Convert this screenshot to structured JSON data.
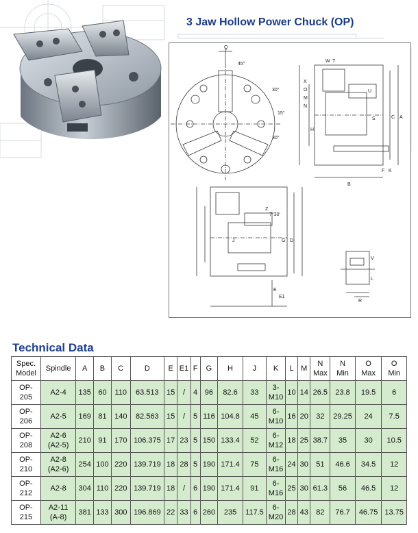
{
  "page": {
    "title": "3 Jaw Hollow Power Chuck (OP)",
    "section_title": "Technical Data"
  },
  "drawing_labels": [
    "Q",
    "45°",
    "30°",
    "15°",
    "30°",
    "W",
    "T",
    "X",
    "O",
    "M",
    "N",
    "U",
    "S",
    "H",
    "C",
    "A",
    "F",
    "K",
    "B",
    "7°30'",
    "Z",
    "J",
    "G",
    "D",
    "E",
    "E1",
    "V",
    "L",
    "R"
  ],
  "table": {
    "headers": [
      {
        "line1": "Spec.",
        "line2": "Model"
      },
      {
        "line1": "Spindle",
        "line2": ""
      },
      {
        "line1": "A",
        "line2": ""
      },
      {
        "line1": "B",
        "line2": ""
      },
      {
        "line1": "C",
        "line2": ""
      },
      {
        "line1": "D",
        "line2": ""
      },
      {
        "line1": "E",
        "line2": ""
      },
      {
        "line1": "E1",
        "line2": ""
      },
      {
        "line1": "F",
        "line2": ""
      },
      {
        "line1": "G",
        "line2": ""
      },
      {
        "line1": "H",
        "line2": ""
      },
      {
        "line1": "J",
        "line2": ""
      },
      {
        "line1": "K",
        "line2": ""
      },
      {
        "line1": "L",
        "line2": ""
      },
      {
        "line1": "M",
        "line2": ""
      },
      {
        "line1": "N",
        "line2": "Max"
      },
      {
        "line1": "N",
        "line2": "Min"
      },
      {
        "line1": "O",
        "line2": "Max"
      },
      {
        "line1": "O",
        "line2": "Min"
      }
    ],
    "rows": [
      [
        [
          "OP-",
          "205"
        ],
        [
          "A2-4",
          ""
        ],
        [
          "135",
          ""
        ],
        [
          "60",
          ""
        ],
        [
          "110",
          ""
        ],
        [
          "63.513",
          ""
        ],
        [
          "15",
          ""
        ],
        [
          "/",
          ""
        ],
        [
          "4",
          ""
        ],
        [
          "96",
          ""
        ],
        [
          "82.6",
          ""
        ],
        [
          "33",
          ""
        ],
        [
          "3-",
          "M10"
        ],
        [
          "10",
          ""
        ],
        [
          "14",
          ""
        ],
        [
          "26.5",
          ""
        ],
        [
          "23.8",
          ""
        ],
        [
          "19.5",
          ""
        ],
        [
          "6",
          ""
        ]
      ],
      [
        [
          "OP-",
          "206"
        ],
        [
          "A2-5",
          ""
        ],
        [
          "169",
          ""
        ],
        [
          "81",
          ""
        ],
        [
          "140",
          ""
        ],
        [
          "82.563",
          ""
        ],
        [
          "15",
          ""
        ],
        [
          "/",
          ""
        ],
        [
          "5",
          ""
        ],
        [
          "116",
          ""
        ],
        [
          "104.8",
          ""
        ],
        [
          "45",
          ""
        ],
        [
          "6-",
          "M10"
        ],
        [
          "16",
          ""
        ],
        [
          "20",
          ""
        ],
        [
          "32",
          ""
        ],
        [
          "29.25",
          ""
        ],
        [
          "24",
          ""
        ],
        [
          "7.5",
          ""
        ]
      ],
      [
        [
          "OP-",
          "208"
        ],
        [
          "A2-6",
          "(A2-5)"
        ],
        [
          "210",
          ""
        ],
        [
          "91",
          ""
        ],
        [
          "170",
          ""
        ],
        [
          "106.375",
          ""
        ],
        [
          "17",
          ""
        ],
        [
          "23",
          ""
        ],
        [
          "5",
          ""
        ],
        [
          "150",
          ""
        ],
        [
          "133.4",
          ""
        ],
        [
          "52",
          ""
        ],
        [
          "6-",
          "M12"
        ],
        [
          "18",
          ""
        ],
        [
          "25",
          ""
        ],
        [
          "38.7",
          ""
        ],
        [
          "35",
          ""
        ],
        [
          "30",
          ""
        ],
        [
          "10.5",
          ""
        ]
      ],
      [
        [
          "OP-",
          "210"
        ],
        [
          "A2-8",
          "(A2-6)"
        ],
        [
          "254",
          ""
        ],
        [
          "100",
          ""
        ],
        [
          "220",
          ""
        ],
        [
          "139.719",
          ""
        ],
        [
          "18",
          ""
        ],
        [
          "28",
          ""
        ],
        [
          "5",
          ""
        ],
        [
          "190",
          ""
        ],
        [
          "171.4",
          ""
        ],
        [
          "75",
          ""
        ],
        [
          "6-",
          "M16"
        ],
        [
          "24",
          ""
        ],
        [
          "30",
          ""
        ],
        [
          "51",
          ""
        ],
        [
          "46.6",
          ""
        ],
        [
          "34.5",
          ""
        ],
        [
          "12",
          ""
        ]
      ],
      [
        [
          "OP-",
          "212"
        ],
        [
          "A2-8",
          ""
        ],
        [
          "304",
          ""
        ],
        [
          "110",
          ""
        ],
        [
          "220",
          ""
        ],
        [
          "139.719",
          ""
        ],
        [
          "18",
          ""
        ],
        [
          "/",
          ""
        ],
        [
          "6",
          ""
        ],
        [
          "190",
          ""
        ],
        [
          "171.4",
          ""
        ],
        [
          "91",
          ""
        ],
        [
          "6-",
          "M16"
        ],
        [
          "25",
          ""
        ],
        [
          "30",
          ""
        ],
        [
          "61.3",
          ""
        ],
        [
          "56",
          ""
        ],
        [
          "46.5",
          ""
        ],
        [
          "12",
          ""
        ]
      ],
      [
        [
          "OP-",
          "215"
        ],
        [
          "A2-11",
          "(A-8)"
        ],
        [
          "381",
          ""
        ],
        [
          "133",
          ""
        ],
        [
          "300",
          ""
        ],
        [
          "196.869",
          ""
        ],
        [
          "22",
          ""
        ],
        [
          "33",
          ""
        ],
        [
          "6",
          ""
        ],
        [
          "260",
          ""
        ],
        [
          "235",
          ""
        ],
        [
          "117.5",
          ""
        ],
        [
          "6-",
          "M20"
        ],
        [
          "28",
          ""
        ],
        [
          "43",
          ""
        ],
        [
          "82",
          ""
        ],
        [
          "76.7",
          ""
        ],
        [
          "46.75",
          ""
        ],
        [
          "13.75",
          ""
        ]
      ]
    ]
  }
}
